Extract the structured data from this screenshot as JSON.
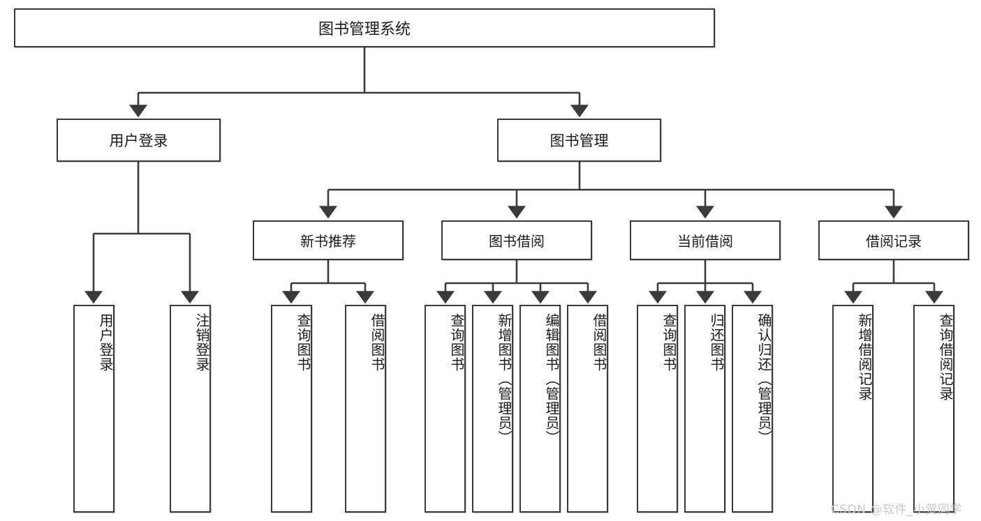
{
  "diagram": {
    "title": "图书管理系统",
    "type": "tree-hierarchy",
    "watermark": "CSDN @软件_小贺同学",
    "colors": {
      "box_border": "#3a3a3a",
      "box_fill": "#ffffff",
      "edge": "#3a3a3a",
      "text": "#1a1a1a",
      "watermark": "#c9c9c9"
    },
    "nodes": {
      "root": {
        "label": "图书管理系统"
      },
      "level2": [
        {
          "label": "用户登录"
        },
        {
          "label": "图书管理"
        }
      ],
      "level3": [
        {
          "label": "新书推荐"
        },
        {
          "label": "图书借阅"
        },
        {
          "label": "当前借阅"
        },
        {
          "label": "借阅记录"
        }
      ],
      "leaves": {
        "user_login": [
          {
            "label": "用户登录"
          },
          {
            "label": "注销登录"
          }
        ],
        "new_book_recommend": [
          {
            "label": "查询图书"
          },
          {
            "label": "借阅图书"
          }
        ],
        "book_borrow": [
          {
            "label": "查询图书"
          },
          {
            "label": "新增图书（管理员）"
          },
          {
            "label": "编辑图书（管理员）"
          },
          {
            "label": "借阅图书"
          }
        ],
        "current_borrow": [
          {
            "label": "查询图书"
          },
          {
            "label": "归还图书"
          },
          {
            "label": "确认归还（管理员）"
          }
        ],
        "borrow_record": [
          {
            "label": "新增借阅记录"
          },
          {
            "label": "查询借阅记录"
          }
        ]
      }
    }
  }
}
